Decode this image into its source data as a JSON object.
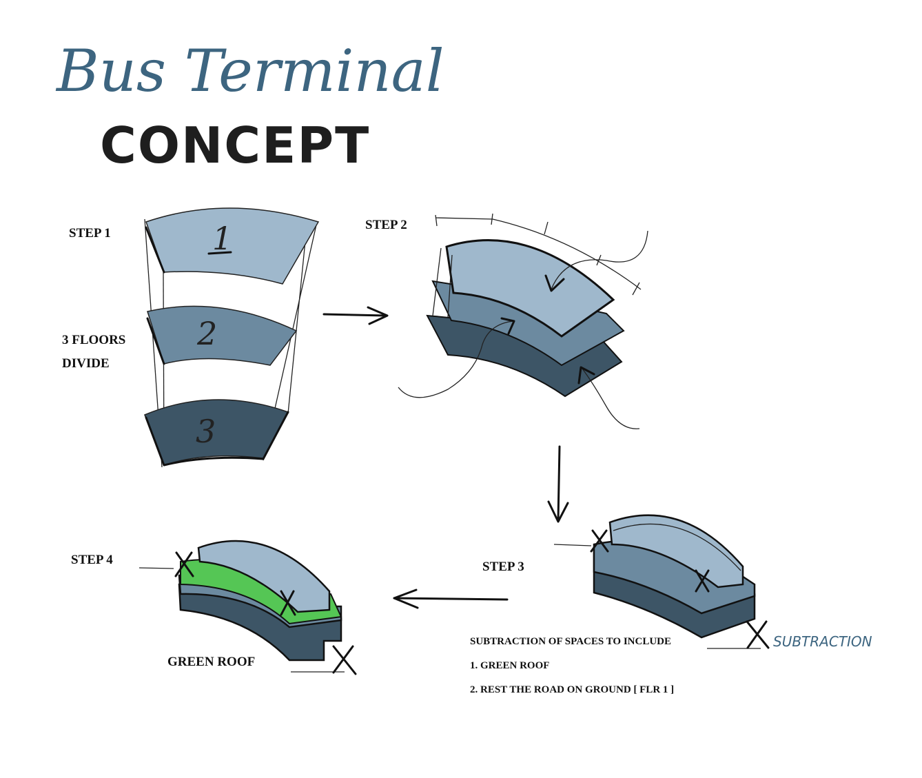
{
  "title": {
    "main": "Bus Terminal",
    "sub": "CONCEPT"
  },
  "steps": {
    "step1": {
      "label": "STEP 1",
      "note_line1": "3 FLOORS",
      "note_line2": "DIVIDE",
      "floor_numbers": [
        "1",
        "2",
        "3"
      ]
    },
    "step2": {
      "label": "STEP 2"
    },
    "step3": {
      "label": "STEP 3",
      "annotation": "SUBTRACTION",
      "notes": [
        "SUBTRACTION OF SPACES TO INCLUDE",
        "1. GREEN ROOF",
        "2. REST THE ROAD ON GROUND [ FLR 1 ]"
      ]
    },
    "step4": {
      "label": "STEP 4",
      "caption": "GREEN ROOF"
    }
  },
  "colors": {
    "title_blue": "#3d6580",
    "floor_light": "#9fb8cc",
    "floor_mid": "#6c8aa0",
    "floor_dark": "#3d5566",
    "green_roof": "#55c655",
    "ink": "#111111"
  }
}
